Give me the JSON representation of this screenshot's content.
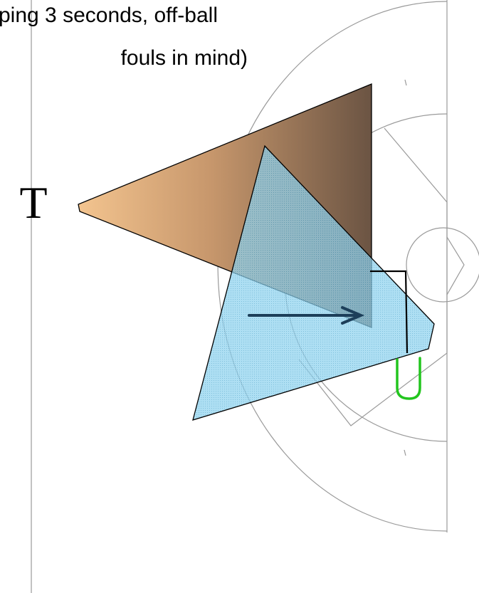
{
  "caption": {
    "line1": "ping 3 seconds, off-ball",
    "line2": "fouls in mind)"
  },
  "player_marker": {
    "label": "T"
  },
  "colors": {
    "court_lines": "#9a9a9a",
    "zone_brown_light": "#f2c28e",
    "zone_brown_dark": "#6b5443",
    "zone_blue": "#5ab4dc",
    "pass_arrow": "#1d3f5a",
    "screen_line": "#000000",
    "cut_path": "#22c51e"
  }
}
